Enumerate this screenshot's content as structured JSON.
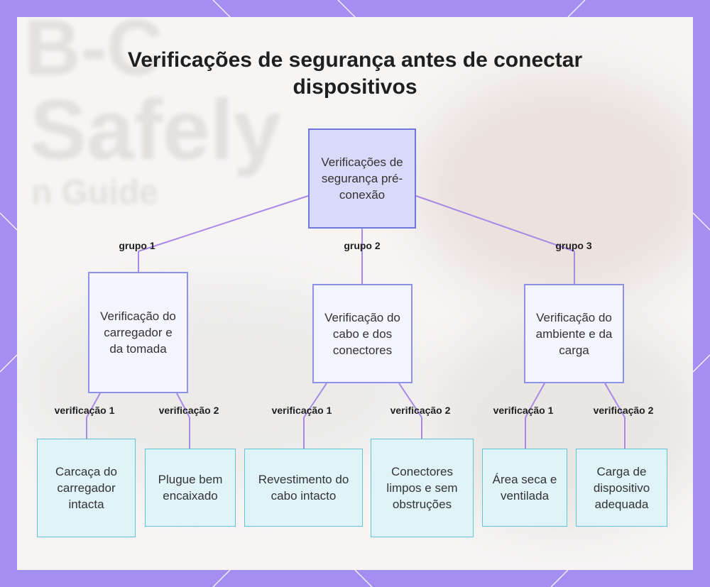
{
  "title": "Verificações de segurança antes de conectar dispositivos",
  "background_text": {
    "line1": "B-C",
    "line2": "Safely",
    "line3": "n Guide"
  },
  "colors": {
    "frame": "#a48ef0",
    "root_fill": "#d9daf9",
    "root_border": "#6f78dd",
    "mid_border": "#8d92e8",
    "leaf_fill": "#dff3f9",
    "leaf_border": "#66c4da",
    "connector": "#a889e6"
  },
  "root": {
    "label": "Verificações de segurança pré-conexão"
  },
  "groups": [
    {
      "edge_label": "grupo 1",
      "label": "Verificação do carregador e da tomada",
      "checks": [
        {
          "edge_label": "verificação 1",
          "label": "Carcaça do carregador intacta"
        },
        {
          "edge_label": "verificação 2",
          "label": "Plugue bem encaixado"
        }
      ]
    },
    {
      "edge_label": "grupo 2",
      "label": "Verificação do cabo e dos conectores",
      "checks": [
        {
          "edge_label": "verificação 1",
          "label": "Revestimento do cabo intacto"
        },
        {
          "edge_label": "verificação 2",
          "label": "Conectores limpos e sem obstruções"
        }
      ]
    },
    {
      "edge_label": "grupo 3",
      "label": "Verificação do ambiente e da carga",
      "checks": [
        {
          "edge_label": "verificação 1",
          "label": "Área seca e ventilada"
        },
        {
          "edge_label": "verificação 2",
          "label": "Carga de dispositivo adequada"
        }
      ]
    }
  ]
}
